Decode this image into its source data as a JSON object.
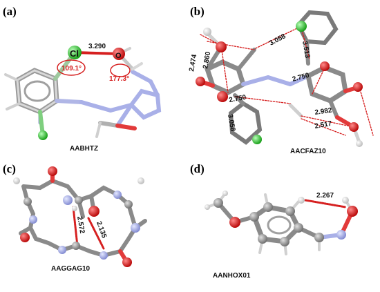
{
  "panels": {
    "a": {
      "label": "(a)",
      "refcode": "AABHTZ",
      "atoms": {
        "cl": "Cl",
        "o": "O"
      },
      "distance": "3.290",
      "angles": [
        "109.1°",
        "177.3°"
      ]
    },
    "b": {
      "label": "(b)",
      "refcode": "AACFAZ10",
      "distances": [
        "3.058",
        "2.474",
        "2.860",
        "3.513",
        "2.750",
        "2.750",
        "3.058",
        "2.982",
        "2.517"
      ]
    },
    "c": {
      "label": "(c)",
      "refcode": "AAGGAG10",
      "distances": [
        "2.572",
        "2.135"
      ]
    },
    "d": {
      "label": "(d)",
      "refcode": "AANHOX01",
      "distances": [
        "2.267"
      ]
    }
  },
  "colors": {
    "carbon": "#8a8a8a",
    "oxygen": "#e8141a",
    "nitrogen": "#a9b0e8",
    "chlorine": "#2fd12f",
    "hydrogen": "#f0f0f0",
    "contact": "#d62020"
  }
}
